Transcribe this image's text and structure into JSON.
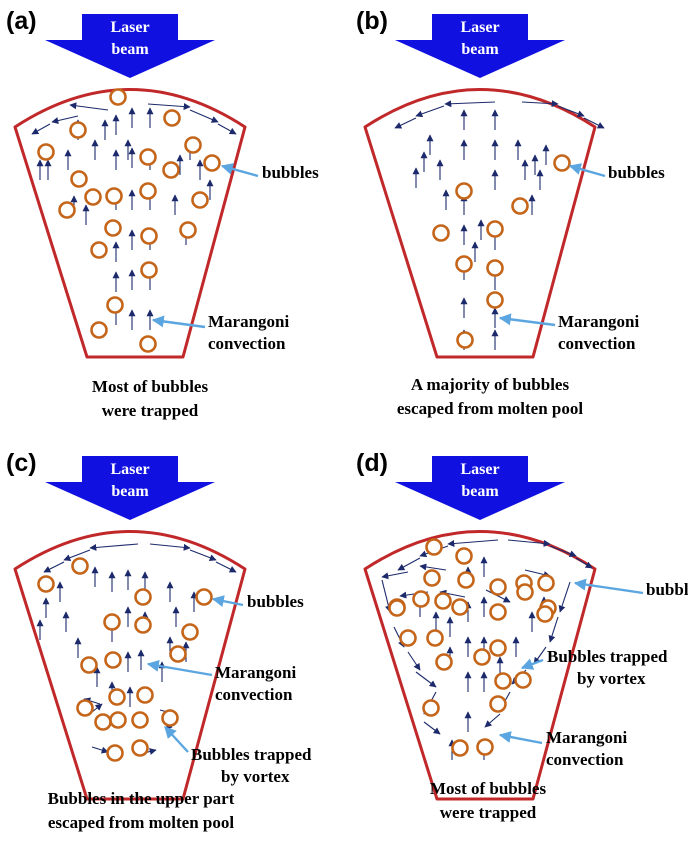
{
  "panels": [
    {
      "tag": "(a)",
      "beam": [
        "Laser",
        "beam"
      ],
      "labels": [
        {
          "lines": [
            "bubbles"
          ]
        },
        {
          "lines": [
            "Marangoni",
            "convection"
          ]
        }
      ],
      "caption": [
        "Most of bubbles",
        "were trapped"
      ]
    },
    {
      "tag": "(b)",
      "beam": [
        "Laser",
        "beam"
      ],
      "labels": [
        {
          "lines": [
            "bubbles"
          ]
        },
        {
          "lines": [
            "Marangoni",
            "convection"
          ]
        }
      ],
      "caption": [
        "A majority of bubbles",
        "escaped from molten pool"
      ]
    },
    {
      "tag": "(c)",
      "beam": [
        "Laser",
        "beam"
      ],
      "labels": [
        {
          "lines": [
            "bubbles"
          ]
        },
        {
          "lines": [
            "Marangoni",
            "convection"
          ]
        },
        {
          "lines": [
            "Bubbles trapped",
            "by vortex"
          ]
        }
      ],
      "caption": [
        "Bubbles in the upper part",
        "escaped from molten pool"
      ]
    },
    {
      "tag": "(d)",
      "beam": [
        "Laser",
        "beam"
      ],
      "labels": [
        {
          "lines": [
            "bubbles"
          ]
        },
        {
          "lines": [
            "Bubbles trapped",
            "by vortex"
          ]
        },
        {
          "lines": [
            "Marangoni",
            "convection"
          ]
        }
      ],
      "caption": [
        "Most of bubbles",
        "were trapped"
      ]
    }
  ],
  "colors": {
    "beam": "#1010e0",
    "pool_outline": "#c0282a",
    "bubble": "#c4651a",
    "flow_arrow": "#1c2a6b",
    "pointer": "#5ba6e0"
  }
}
